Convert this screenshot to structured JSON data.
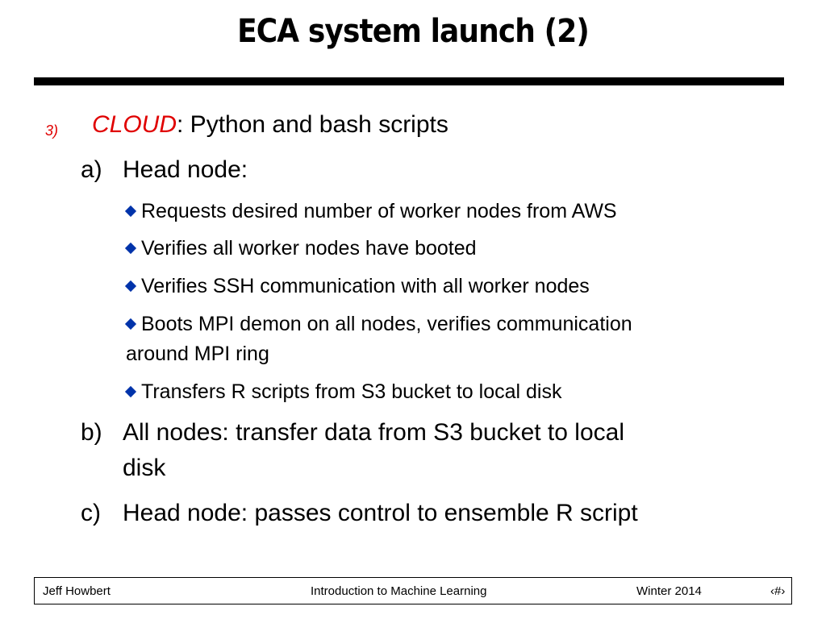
{
  "slide": {
    "title": "ECA system launch (2)",
    "item3": {
      "number": "3)",
      "highlight": "CLOUD",
      "rest": ": Python and bash scripts"
    },
    "sub_a": {
      "label": "a)",
      "text": "Head node:",
      "bullets": [
        "Requests desired number of worker nodes from AWS",
        "Verifies all worker nodes have booted",
        "Verifies SSH communication with all worker nodes",
        "Boots MPI demon on all nodes, verifies communication",
        "Transfers R scripts from S3 bucket to local disk"
      ],
      "bullet4_continuation": "around MPI ring"
    },
    "sub_b": {
      "label": "b)",
      "line1": "All nodes: transfer data from S3 bucket to local",
      "line2": "disk"
    },
    "sub_c": {
      "label": "c)",
      "text": "Head node: passes control to ensemble R script"
    }
  },
  "footer": {
    "author": "Jeff Howbert",
    "course": "Introduction to Machine Learning",
    "term": "Winter 2014",
    "page": "‹#›"
  },
  "colors": {
    "accent_red": "#e00000",
    "bullet_blue": "#0033aa"
  },
  "icons": {
    "bullet": "diamond-bullet-icon"
  }
}
